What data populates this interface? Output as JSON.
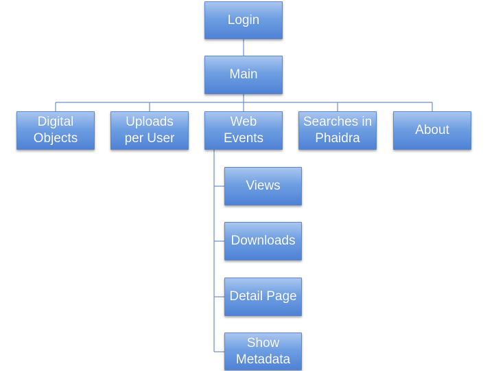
{
  "diagram": {
    "root": {
      "label": "Login"
    },
    "main": {
      "label": "Main"
    },
    "sections": [
      {
        "label": "Digital\nObjects"
      },
      {
        "label": "Uploads\nper User"
      },
      {
        "label": "Web\nEvents"
      },
      {
        "label": "Searches in\nPhaidra"
      },
      {
        "label": "About"
      }
    ],
    "web_events_children": [
      {
        "label": "Views"
      },
      {
        "label": "Downloads"
      },
      {
        "label": "Detail Page"
      },
      {
        "label": "Show\nMetadata"
      }
    ]
  },
  "colors": {
    "node_top": "#a9c6ef",
    "node_bottom": "#4f82d6",
    "node_border": "#5a86c4",
    "connector": "#6b8fc7",
    "text": "#ffffff"
  }
}
